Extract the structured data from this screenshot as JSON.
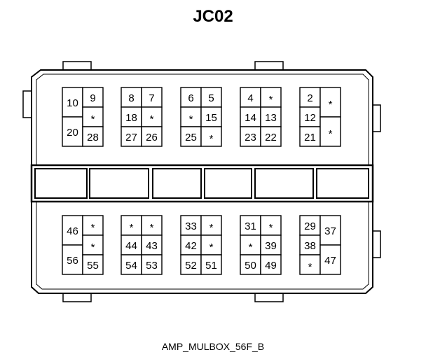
{
  "title": "JC02",
  "caption": "AMP_MULBOX_56F_B",
  "top_groups": [
    {
      "name": "top-group-1",
      "left_col": [
        "10",
        "20"
      ],
      "right_col": [
        "9",
        "*",
        "28"
      ]
    },
    {
      "name": "top-group-2",
      "left_col": [
        "8",
        "18",
        "27"
      ],
      "right_col": [
        "7",
        "*",
        "26"
      ]
    },
    {
      "name": "top-group-3",
      "left_col": [
        "6",
        "*",
        "25"
      ],
      "right_col": [
        "5",
        "15",
        "*"
      ]
    },
    {
      "name": "top-group-4",
      "left_col": [
        "4",
        "14",
        "23"
      ],
      "right_col": [
        "*",
        "13",
        "22"
      ]
    },
    {
      "name": "top-group-5",
      "left_col": [
        "2",
        "12",
        "21"
      ],
      "right_col": [
        "*",
        "*"
      ]
    }
  ],
  "bottom_groups": [
    {
      "name": "bottom-group-1",
      "left_col": [
        "46",
        "56"
      ],
      "right_col": [
        "*",
        "*",
        "55"
      ]
    },
    {
      "name": "bottom-group-2",
      "left_col": [
        "*",
        "44",
        "54"
      ],
      "right_col": [
        "*",
        "43",
        "53"
      ]
    },
    {
      "name": "bottom-group-3",
      "left_col": [
        "33",
        "42",
        "52"
      ],
      "right_col": [
        "*",
        "*",
        "51"
      ]
    },
    {
      "name": "bottom-group-4",
      "left_col": [
        "31",
        "*",
        "50"
      ],
      "right_col": [
        "*",
        "39",
        "49"
      ]
    },
    {
      "name": "bottom-group-5",
      "left_col": [
        "29",
        "38",
        "*"
      ],
      "right_col": [
        "37",
        "47"
      ]
    }
  ]
}
